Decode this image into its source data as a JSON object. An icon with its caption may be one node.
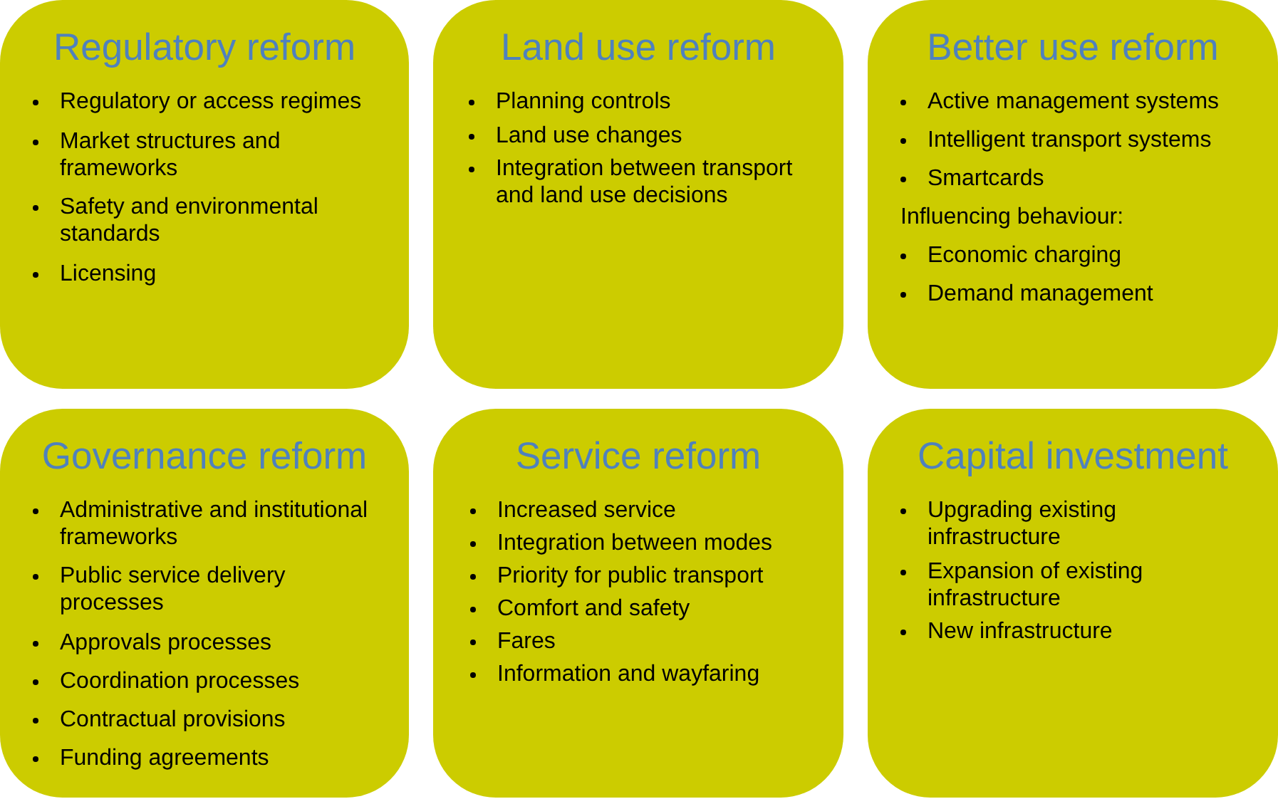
{
  "diagram": {
    "nodes": [
      {
        "text": [
          "Regulatory reform",
          "Regulatory or access regimes",
          "Market structures and frameworks",
          "Safety and environmental standards",
          "Licensing"
        ]
      },
      {
        "text": [
          "Land use reform",
          "Planning controls",
          "Land use changes",
          "Integration between transport and land use decisions"
        ]
      },
      {
        "text": [
          "Better use reform",
          "Active management systems",
          "Intelligent transport systems",
          "Smartcards",
          "Influencing behaviour:",
          "Economic charging",
          "Demand management"
        ]
      },
      {
        "text": [
          "Governance reform",
          "Administrative and institutional frameworks",
          "Public service delivery processes",
          "Approvals processes",
          "Coordination processes",
          "Contractual provisions",
          "Funding agreements"
        ]
      },
      {
        "text": [
          "Service reform",
          "Increased service",
          "Integration between modes",
          "Priority for public transport",
          "Comfort and safety",
          "Fares",
          "Information and wayfaring"
        ]
      },
      {
        "text": [
          "Capital investment",
          "Upgrading existing infrastructure",
          "Expansion of existing infrastructure",
          "New infrastructure"
        ]
      }
    ]
  }
}
